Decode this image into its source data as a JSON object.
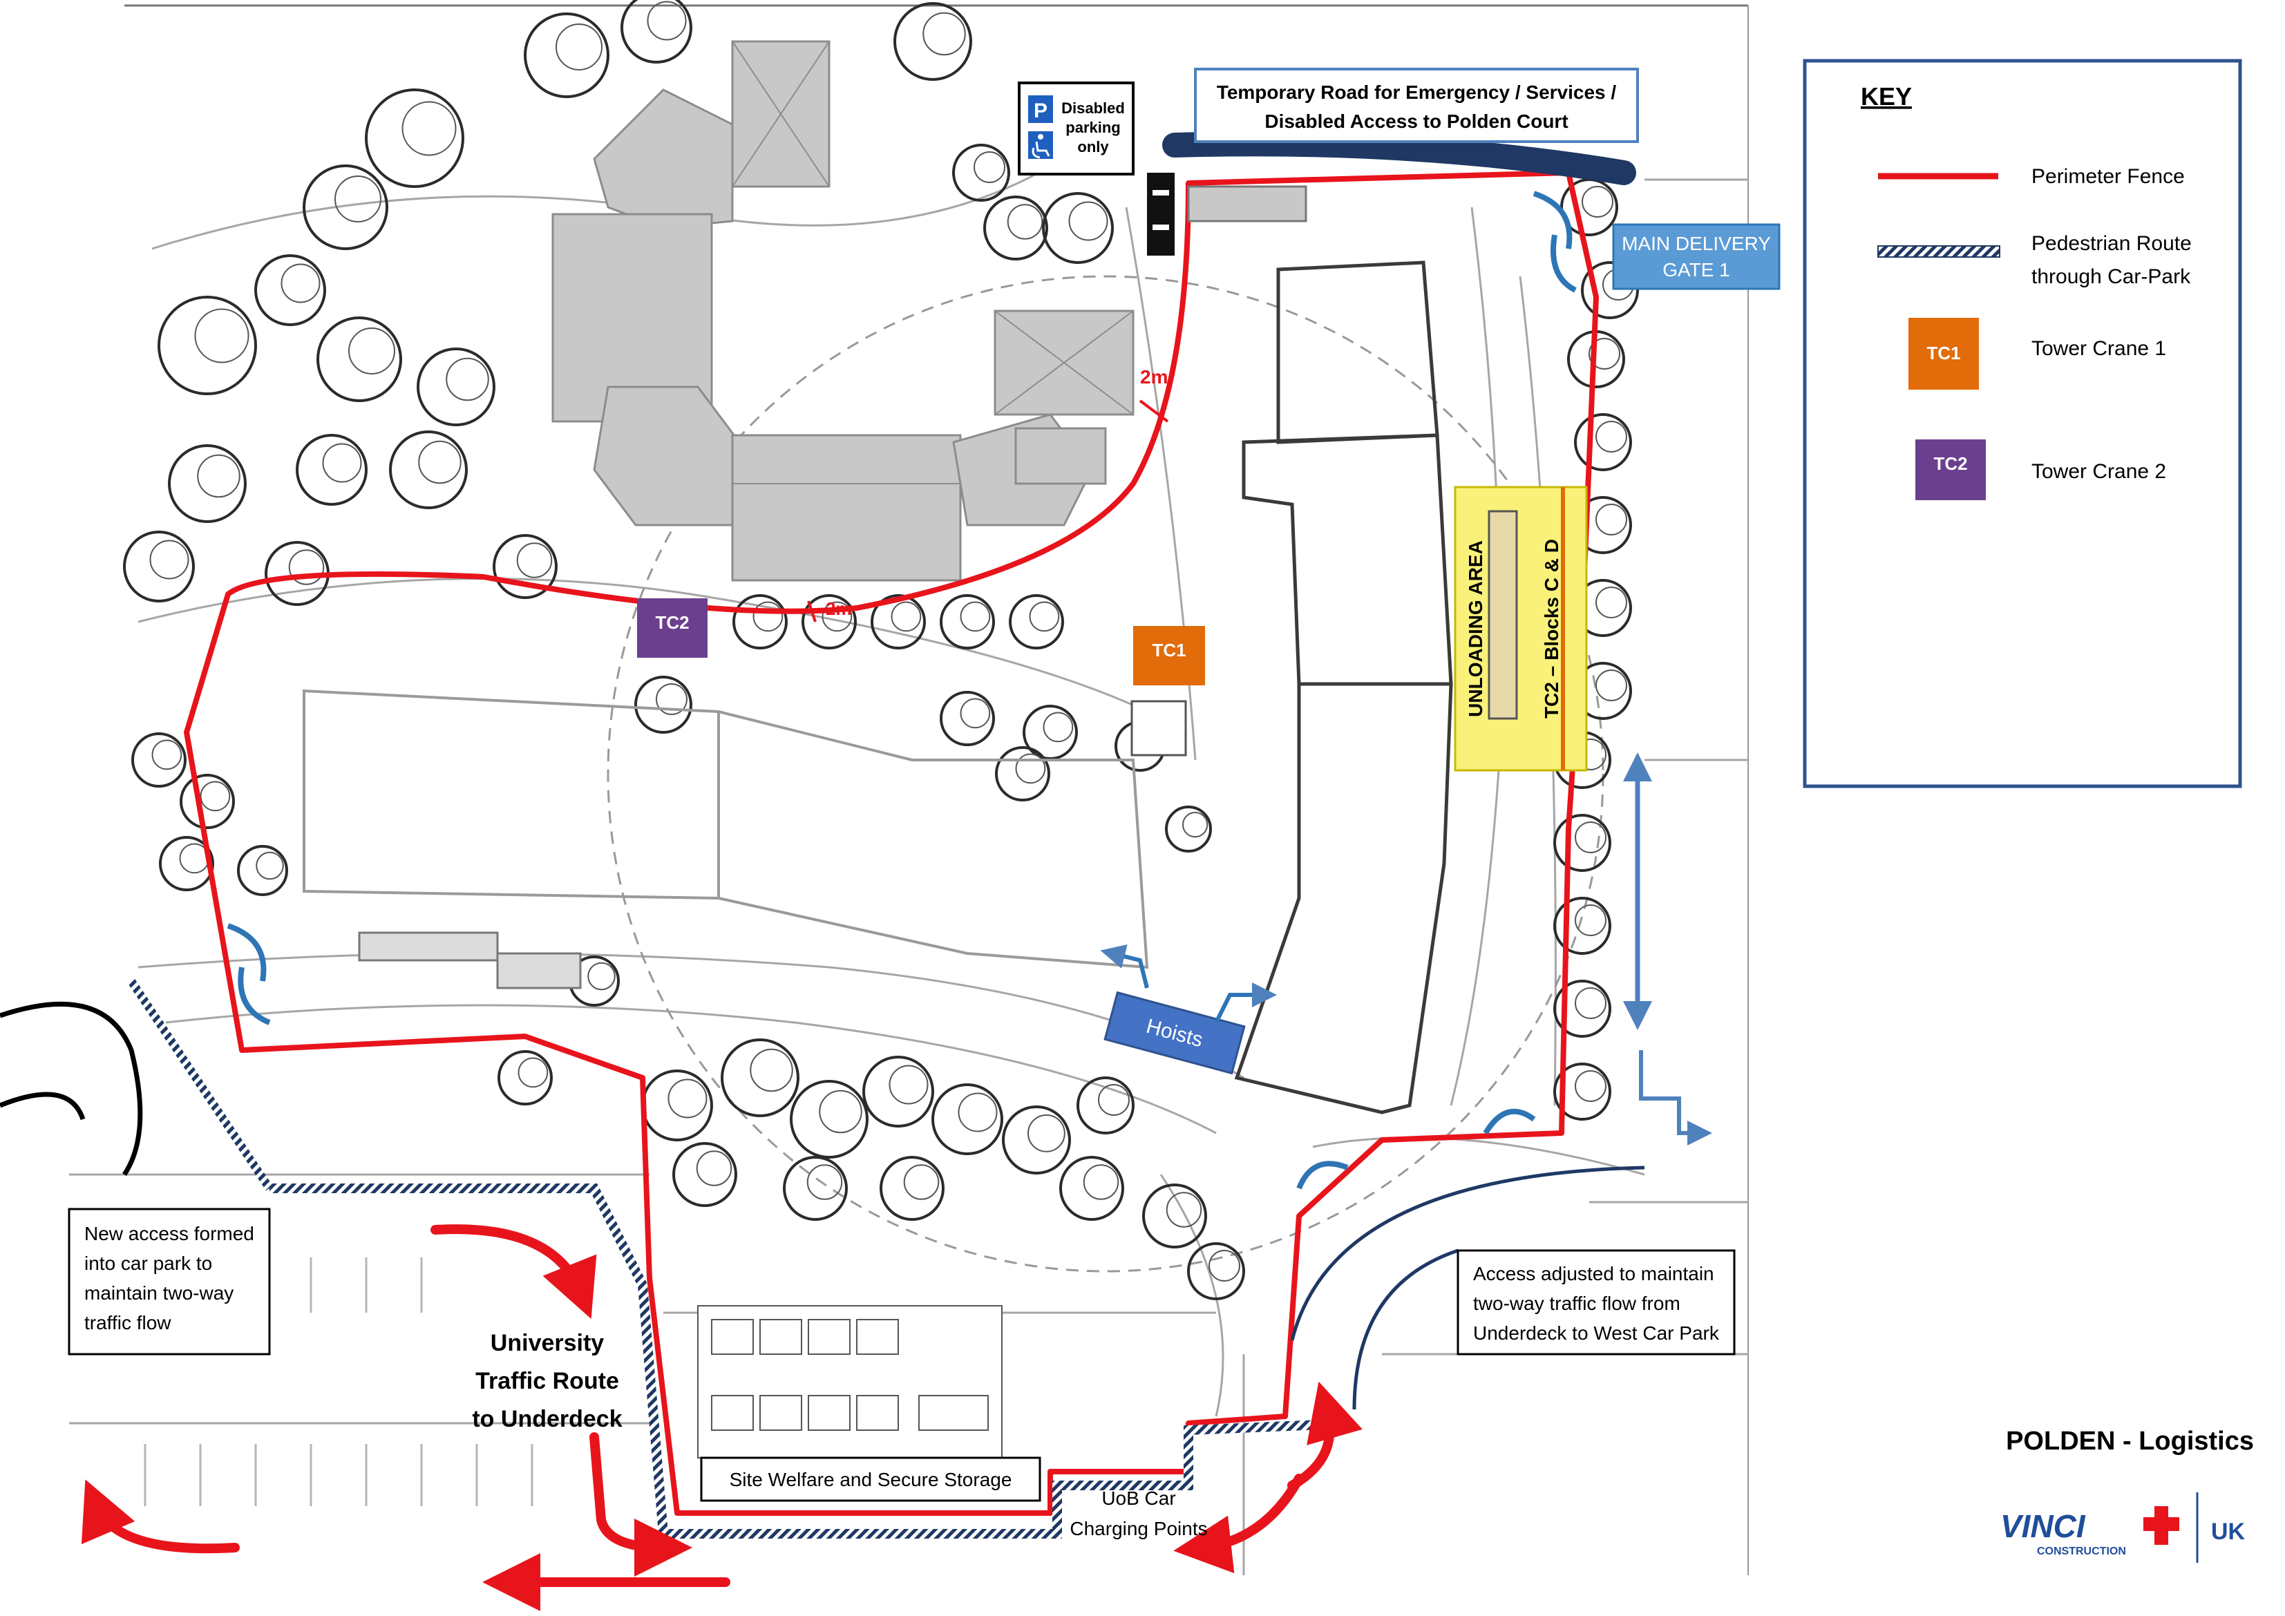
{
  "map": {
    "title": "POLDEN - Logistics",
    "logo": {
      "brand": "VINCI",
      "sub": "CONSTRUCTION",
      "region": "UK"
    }
  },
  "key": {
    "heading": "KEY",
    "items": [
      {
        "id": "fence",
        "label": "Perimeter Fence",
        "color": "#e8141c"
      },
      {
        "id": "ped",
        "label_lines": [
          "Pedestrian Route",
          "through Car-Park"
        ],
        "color": "#1f3864"
      },
      {
        "id": "tc1",
        "swatch": "TC1",
        "label": "Tower Crane 1",
        "color": "#e26b0a"
      },
      {
        "id": "tc2",
        "swatch": "TC2",
        "label": "Tower Crane 2",
        "color": "#6b3f8e"
      }
    ]
  },
  "labels": {
    "temp_road": [
      "Temporary Road for Emergency / Services /",
      "Disabled Access to Polden Court"
    ],
    "disabled_sign": [
      "Disabled",
      "parking",
      "only"
    ],
    "main_gate": [
      "MAIN DELIVERY",
      "GATE 1"
    ],
    "tc1": "TC1",
    "tc2": "TC2",
    "unloading": "UNLOADING AREA",
    "tc2_blocks": "TC2 – Blocks C & D",
    "hoists": "Hoists",
    "dim_2m": "2m",
    "new_access": [
      "New access formed",
      "into car park to",
      "maintain two-way",
      "traffic flow"
    ],
    "university_route": [
      "University",
      "Traffic Route",
      "to Underdeck"
    ],
    "welfare": "Site Welfare and Secure Storage",
    "charging": [
      "UoB Car",
      "Charging Points"
    ],
    "access_adjusted": [
      "Access adjusted to maintain",
      "two-way traffic flow from",
      "Underdeck to West Car Park"
    ]
  },
  "colors": {
    "fence": "#e8141c",
    "route": "#e8141c",
    "blue": "#4f81bd",
    "navy": "#1f3864",
    "building": "#c8c8c8",
    "tree": "#2b2b2b",
    "unloading": "#f9f17a"
  }
}
